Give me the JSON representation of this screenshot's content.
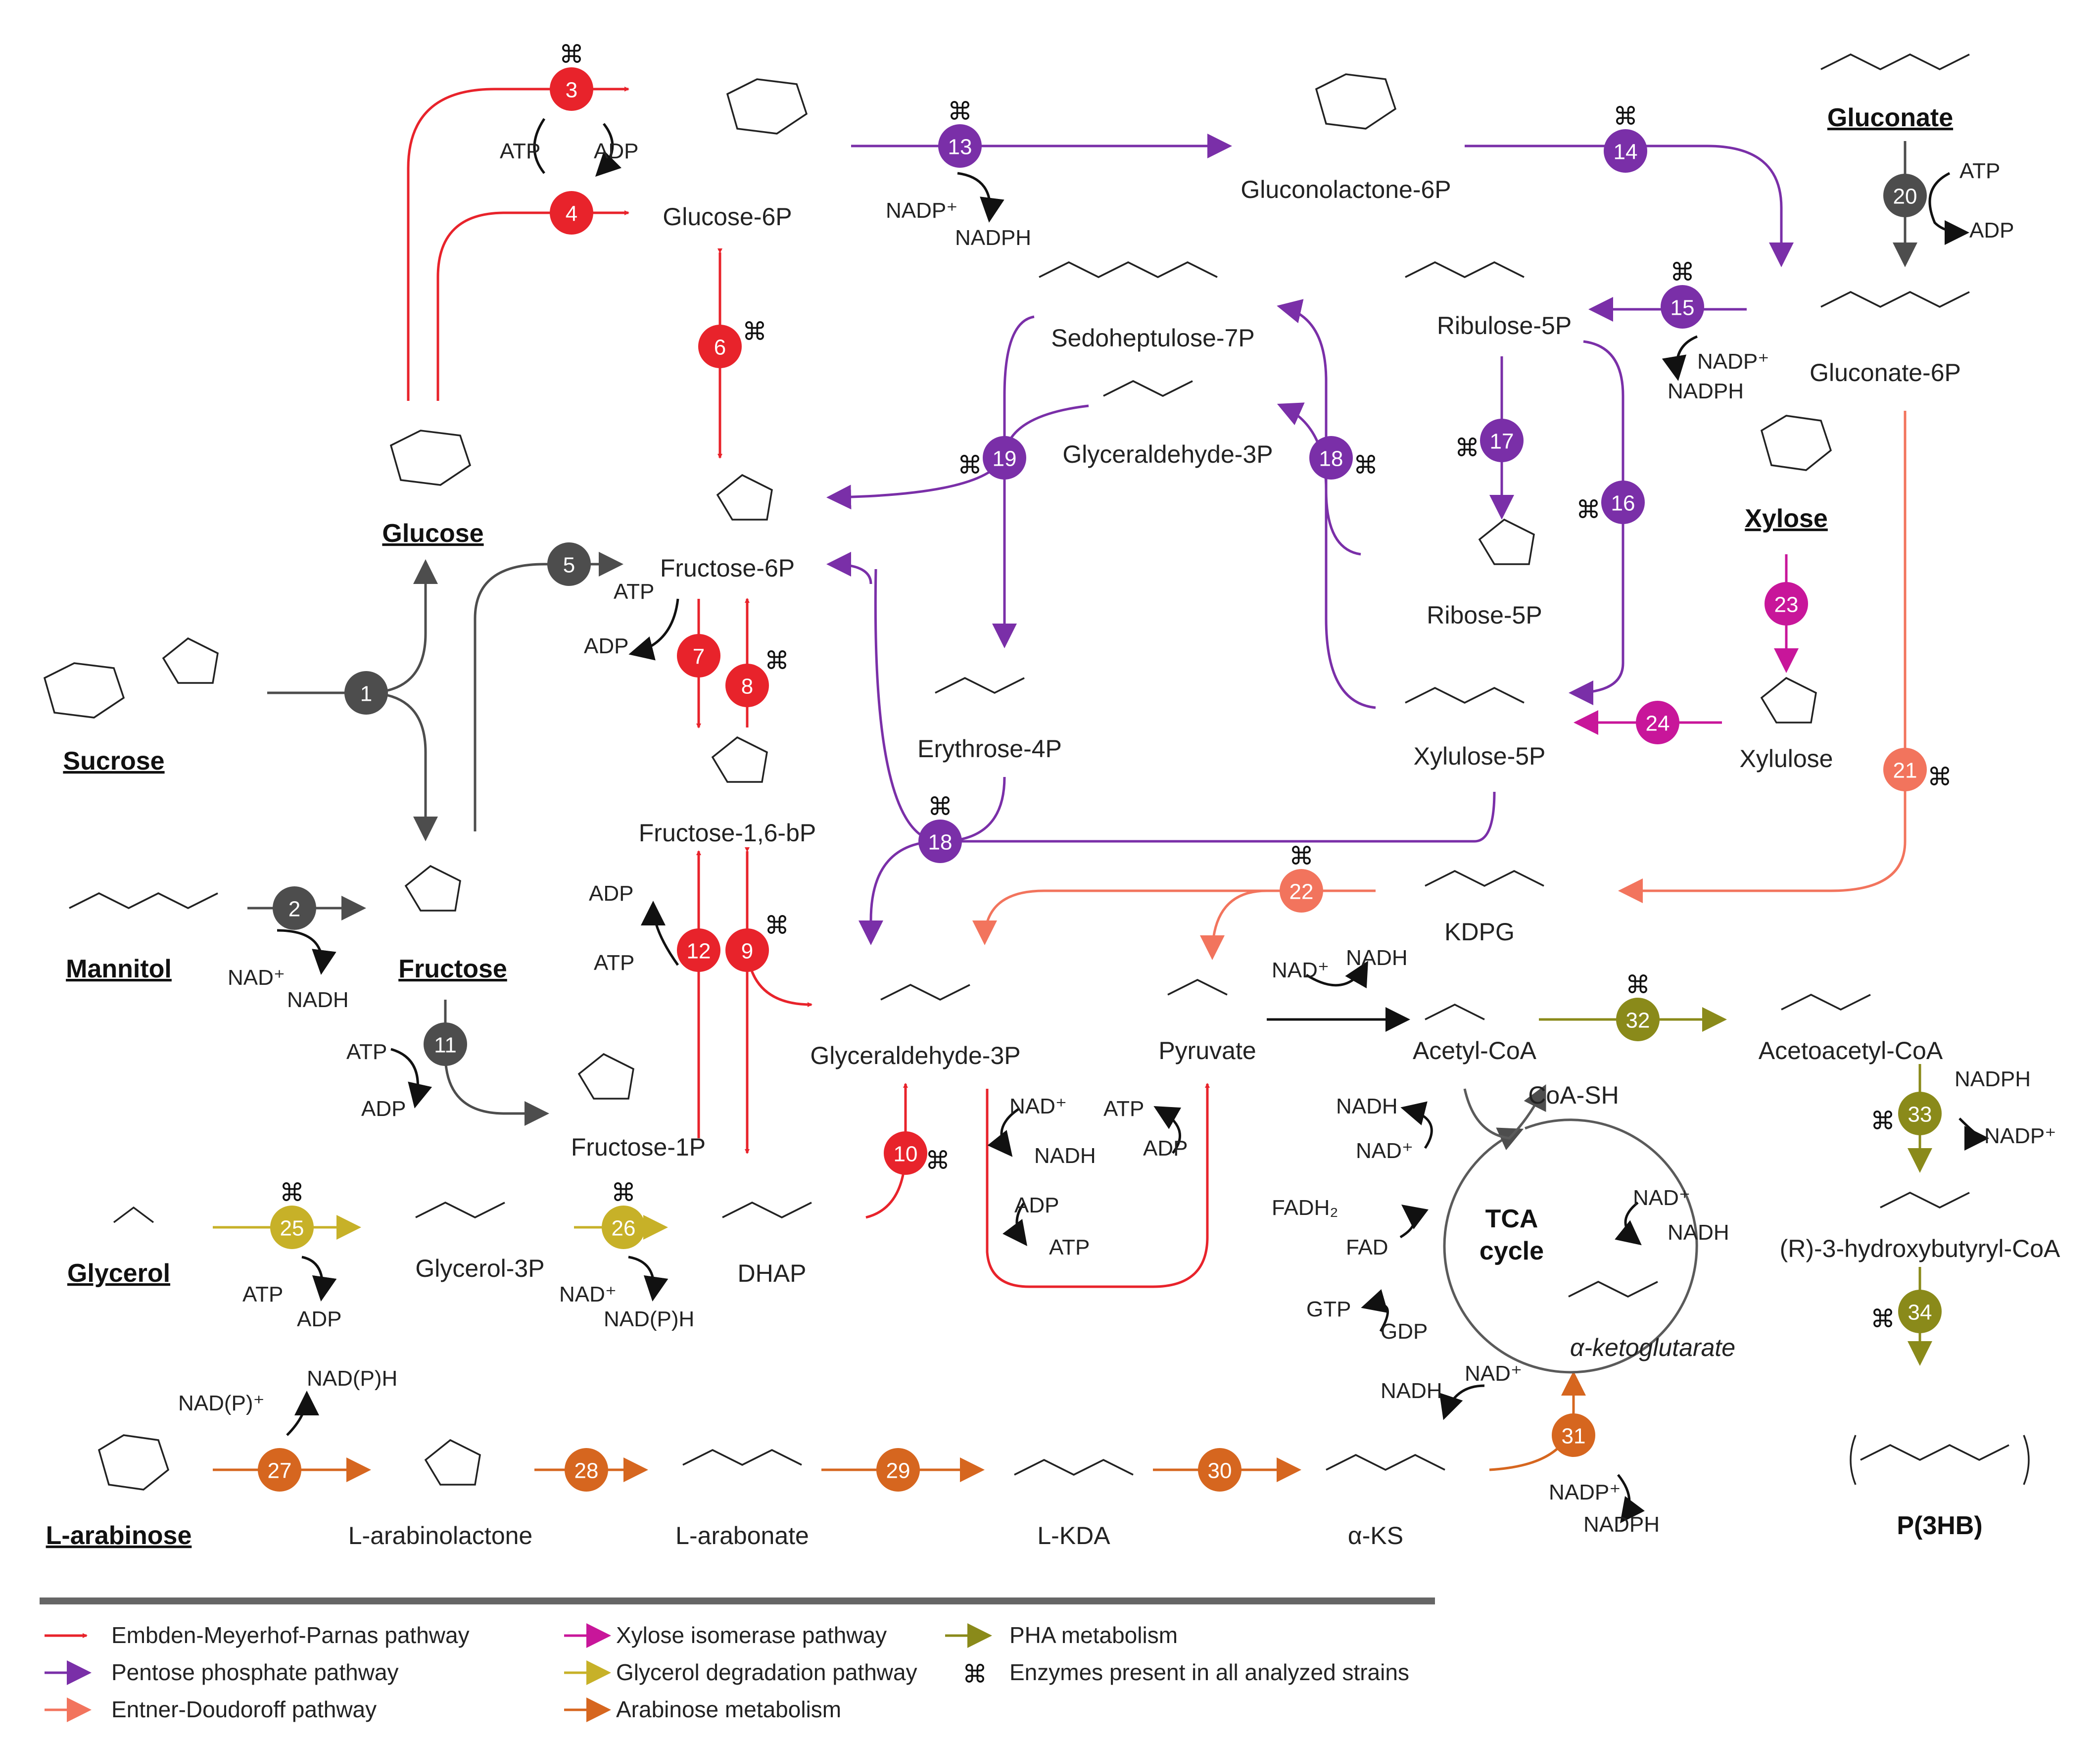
{
  "colors": {
    "emp": "#e8232b",
    "ppp": "#7a2fa8",
    "ed": "#f2745d",
    "xylose": "#c8169a",
    "glycerol": "#c7b128",
    "arabinose": "#d6661f",
    "pha": "#8a8a1a",
    "gray": "#4d4d4d",
    "black": "#111111"
  },
  "conserved_symbol": "⌘",
  "substrates": {
    "sucrose": "Sucrose",
    "glucose": "Glucose",
    "mannitol": "Mannitol",
    "fructose": "Fructose",
    "gluconate": "Gluconate",
    "xylose": "Xylose",
    "glycerol": "Glycerol",
    "arabinose": "L-arabinose"
  },
  "metabolites": {
    "glucose6p": "Glucose-6P",
    "gluconolactone6p": "Gluconolactone-6P",
    "gluconate6p": "Gluconate-6P",
    "sedoheptulose7p": "Sedoheptulose-7P",
    "glyceraldehyde3p_ppp": "Glyceraldehyde-3P",
    "ribulose5p": "Ribulose-5P",
    "ribose5p": "Ribose-5P",
    "xylulose5p": "Xylulose-5P",
    "xylulose": "Xylulose",
    "fructose6p": "Fructose-6P",
    "fructose16bp": "Fructose-1,6-bP",
    "erythrose4p": "Erythrose-4P",
    "kdpg": "KDPG",
    "glyceraldehyde3p": "Glyceraldehyde-3P",
    "pyruvate": "Pyruvate",
    "acetylcoa": "Acetyl-CoA",
    "acetoacetylcoa": "Acetoacetyl-CoA",
    "fructose1p": "Fructose-1P",
    "dhap": "DHAP",
    "glycerol3p": "Glycerol-3P",
    "coash": "CoA-SH",
    "tca1": "TCA",
    "tca2": "cycle",
    "akg": "α-ketoglutarate",
    "hbcoa": "(R)-3-hydroxybutyryl-CoA",
    "p3hb": "P(3HB)",
    "arabinolactone": "L-arabinolactone",
    "arabonate": "L-arabonate",
    "lkda": "L-KDA",
    "aks": "α-KS"
  },
  "cofactors": {
    "atp": "ATP",
    "adp": "ADP",
    "nadp": "NADP⁺",
    "nadph": "NADPH",
    "nad": "NAD⁺",
    "nadh": "NADH",
    "nadph_p": "NAD(P)H",
    "nadp_p": "NAD(P)⁺",
    "fadh2": "FADH₂",
    "fad": "FAD",
    "gtp": "GTP",
    "gdp": "GDP"
  },
  "enzyme_numbers": [
    "1",
    "2",
    "3",
    "4",
    "5",
    "6",
    "7",
    "8",
    "9",
    "10",
    "11",
    "12",
    "13",
    "14",
    "15",
    "16",
    "17",
    "18",
    "19",
    "20",
    "21",
    "22",
    "23",
    "24",
    "25",
    "26",
    "27",
    "28",
    "29",
    "30",
    "31",
    "32",
    "33",
    "34"
  ],
  "legend": [
    {
      "label": "Embden-Meyerhof-Parnas pathway",
      "color": "#e8232b"
    },
    {
      "label": "Pentose phosphate pathway",
      "color": "#7a2fa8"
    },
    {
      "label": "Entner-Doudoroff pathway",
      "color": "#f2745d"
    },
    {
      "label": "Xylose isomerase pathway",
      "color": "#c8169a"
    },
    {
      "label": "Glycerol degradation pathway",
      "color": "#c7b128"
    },
    {
      "label": "Arabinose metabolism",
      "color": "#d6661f"
    },
    {
      "label": "PHA metabolism",
      "color": "#8a8a1a"
    },
    {
      "label": "Enzymes present in all analyzed strains",
      "color": "#111111"
    }
  ]
}
